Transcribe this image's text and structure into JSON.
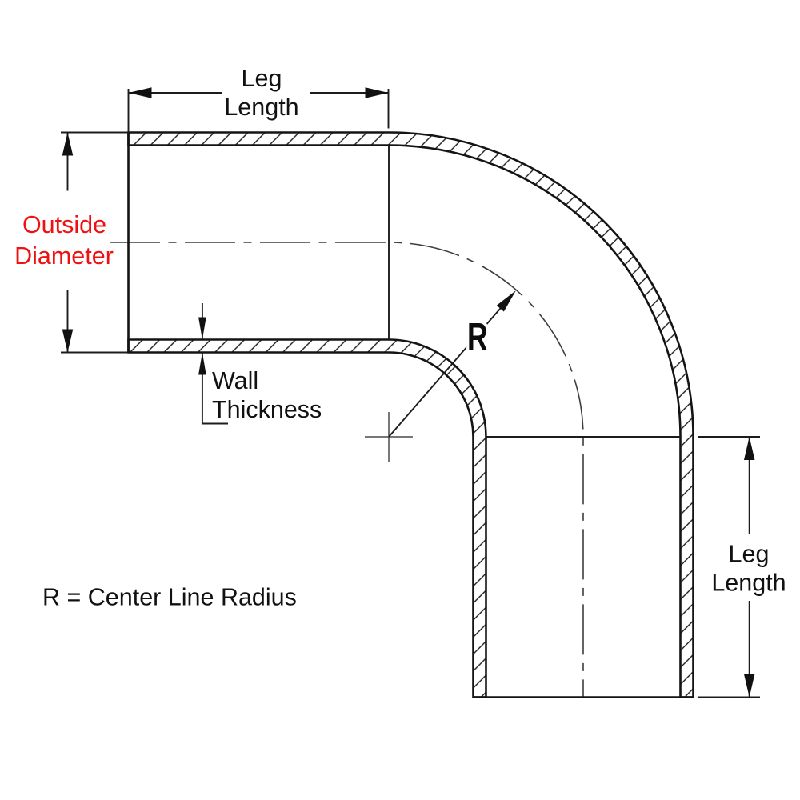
{
  "diagram": {
    "title": "90 degree elbow tube technical diagram",
    "background_color": "#ffffff",
    "line_color": "#141414",
    "accent_red": "#ee1111"
  },
  "labels": {
    "leg_length_top": {
      "line1": "Leg",
      "line2": "Length"
    },
    "leg_length_right": {
      "line1": "Leg",
      "line2": "Length"
    },
    "outside_diameter": {
      "line1": "Outside",
      "line2": "Diameter",
      "color": "#ee1111"
    },
    "wall_thickness": {
      "line1": "Wall",
      "line2": "Thickness"
    },
    "radius_symbol": "R",
    "radius_note": "R = Center Line Radius"
  }
}
